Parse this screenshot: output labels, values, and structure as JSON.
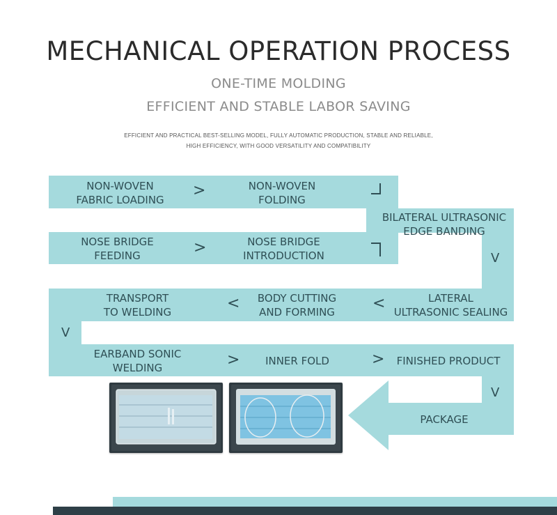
{
  "header": {
    "title": "MECHANICAL OPERATION PROCESS",
    "subtitle_1": "ONE-TIME MOLDING",
    "subtitle_2": "EFFICIENT AND STABLE LABOR SAVING",
    "description_1": "EFFICIENT AND PRACTICAL BEST-SELLING MODEL, FULLY AUTOMATIC PRODUCTION, STABLE AND RELIABLE,",
    "description_2": "HIGH EFFICIENCY, WITH GOOD VERSATILITY AND COMPATIBILITY"
  },
  "steps": {
    "non_woven_fabric_loading": "NON-WOVEN\nFABRIC LOADING",
    "non_woven_folding": "NON-WOVEN\nFOLDING",
    "bilateral_ultrasonic_edge_banding": "BILATERAL ULTRASONIC\nEDGE BANDING",
    "nose_bridge_feeding": "NOSE BRIDGE\nFEEDING",
    "nose_bridge_introduction": "NOSE BRIDGE\nINTRODUCTION",
    "transport_to_welding": "TRANSPORT\nTO WELDING",
    "body_cutting_and_forming": "BODY CUTTING\nAND FORMING",
    "lateral_ultrasonic_sealing": "LATERAL\nULTRASONIC SEALING",
    "earband_sonic_welding": "EARBAND SONIC\nWELDING",
    "inner_fold": "INNER FOLD",
    "finished_product": "FINISHED PRODUCT",
    "package": "PACKAGE"
  },
  "arrows": {
    "right": ">",
    "left": "<",
    "down": "V"
  },
  "colors": {
    "band": "#a5dadd",
    "text": "#2f4f55",
    "title": "#2b2b2b",
    "subtitle": "#8b8b8b",
    "footer_dark": "#2e3f47"
  },
  "icons": [
    "corner-down-left-icon",
    "corner-up-right-icon"
  ]
}
